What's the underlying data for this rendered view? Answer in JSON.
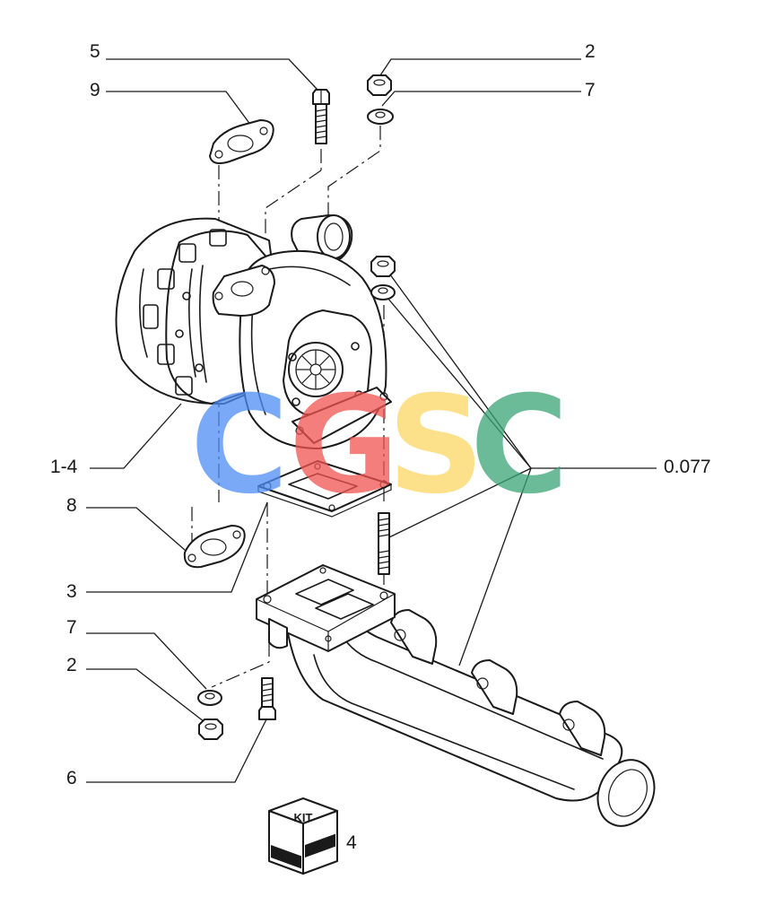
{
  "callouts": {
    "c5": "5",
    "c9": "9",
    "c2_top": "2",
    "c7_top": "7",
    "c1_4": "1-4",
    "c0_077": "0.077",
    "c8": "8",
    "c3": "3",
    "c7_bottom": "7",
    "c2_bottom": "2",
    "c6": "6",
    "c4": "4"
  },
  "kit": {
    "label": "KIT"
  },
  "watermark": {
    "letters": [
      "C",
      "G",
      "S",
      "C"
    ],
    "colors": [
      "#4e8df5",
      "#ef5350",
      "#fdd663",
      "#3aa577"
    ]
  },
  "line_color": "#1a1a1a"
}
